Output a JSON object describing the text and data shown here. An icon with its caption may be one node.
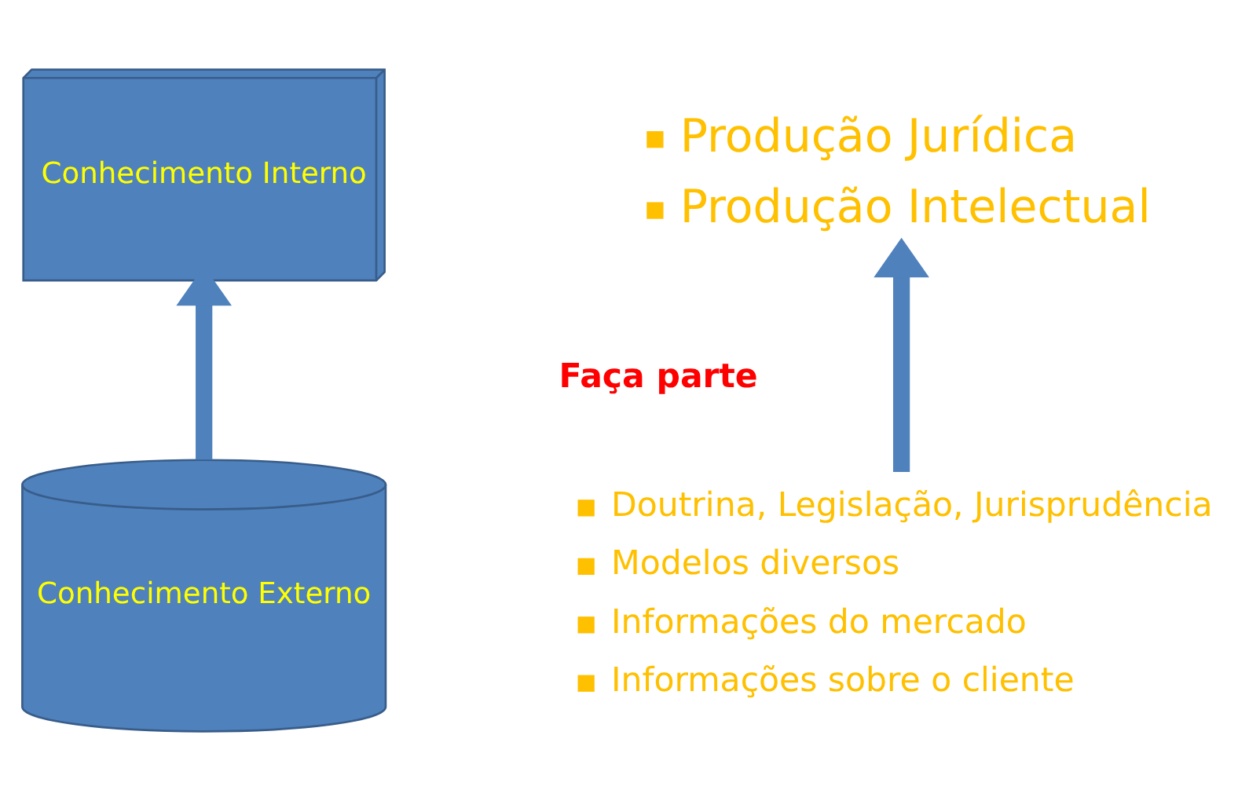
{
  "diagram": {
    "nodes": [
      {
        "text": [
          "Conhecimento Interno"
        ]
      },
      {
        "text": [
          "Produção Jurídica",
          "Produção Intelectual"
        ]
      },
      {
        "text": [
          "Conhecimento Externo"
        ]
      },
      {
        "text": [
          "Doutrina, Legislação, Jurisprudência",
          "Modelos diversos",
          "Informações do mercado",
          "Informações sobre o cliente"
        ]
      }
    ],
    "edges": [
      {
        "from": 2,
        "to": 0,
        "arrow": "to"
      },
      {
        "from": 3,
        "to": 1,
        "arrow": "to",
        "label": "Faça parte"
      }
    ]
  }
}
